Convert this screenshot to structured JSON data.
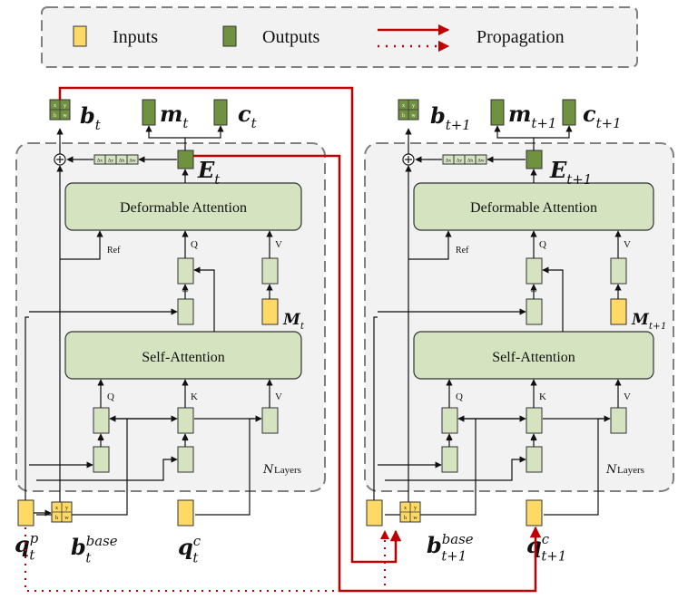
{
  "colors": {
    "input_fill": "#FFD966",
    "output_fill": "#70913F",
    "block_fill": "#D5E3C0",
    "panel_fill": "#F2F2F2",
    "propagation": "#C00000"
  },
  "legend": {
    "inputs": "Inputs",
    "outputs": "Outputs",
    "propagation": "Propagation"
  },
  "blocks": {
    "deformable_attention": "Deformable Attention",
    "self_attention": "Self-Attention"
  },
  "ports": {
    "q": "Q",
    "k": "K",
    "v": "V",
    "ref": "Ref",
    "plus": "+"
  },
  "layers": {
    "n": "N",
    "layers_word": "Layers"
  },
  "box_cells": [
    "x",
    "y",
    "h",
    "w"
  ],
  "delta_cells": [
    "Δx",
    "Δy",
    "Δh",
    "Δw"
  ],
  "vars": {
    "b": "b",
    "m": "m",
    "c": "c",
    "E": "E",
    "M": "M",
    "q": "q",
    "t": "t",
    "t1": "t+1",
    "base": "base",
    "p": "p",
    "c_sup": "c"
  }
}
